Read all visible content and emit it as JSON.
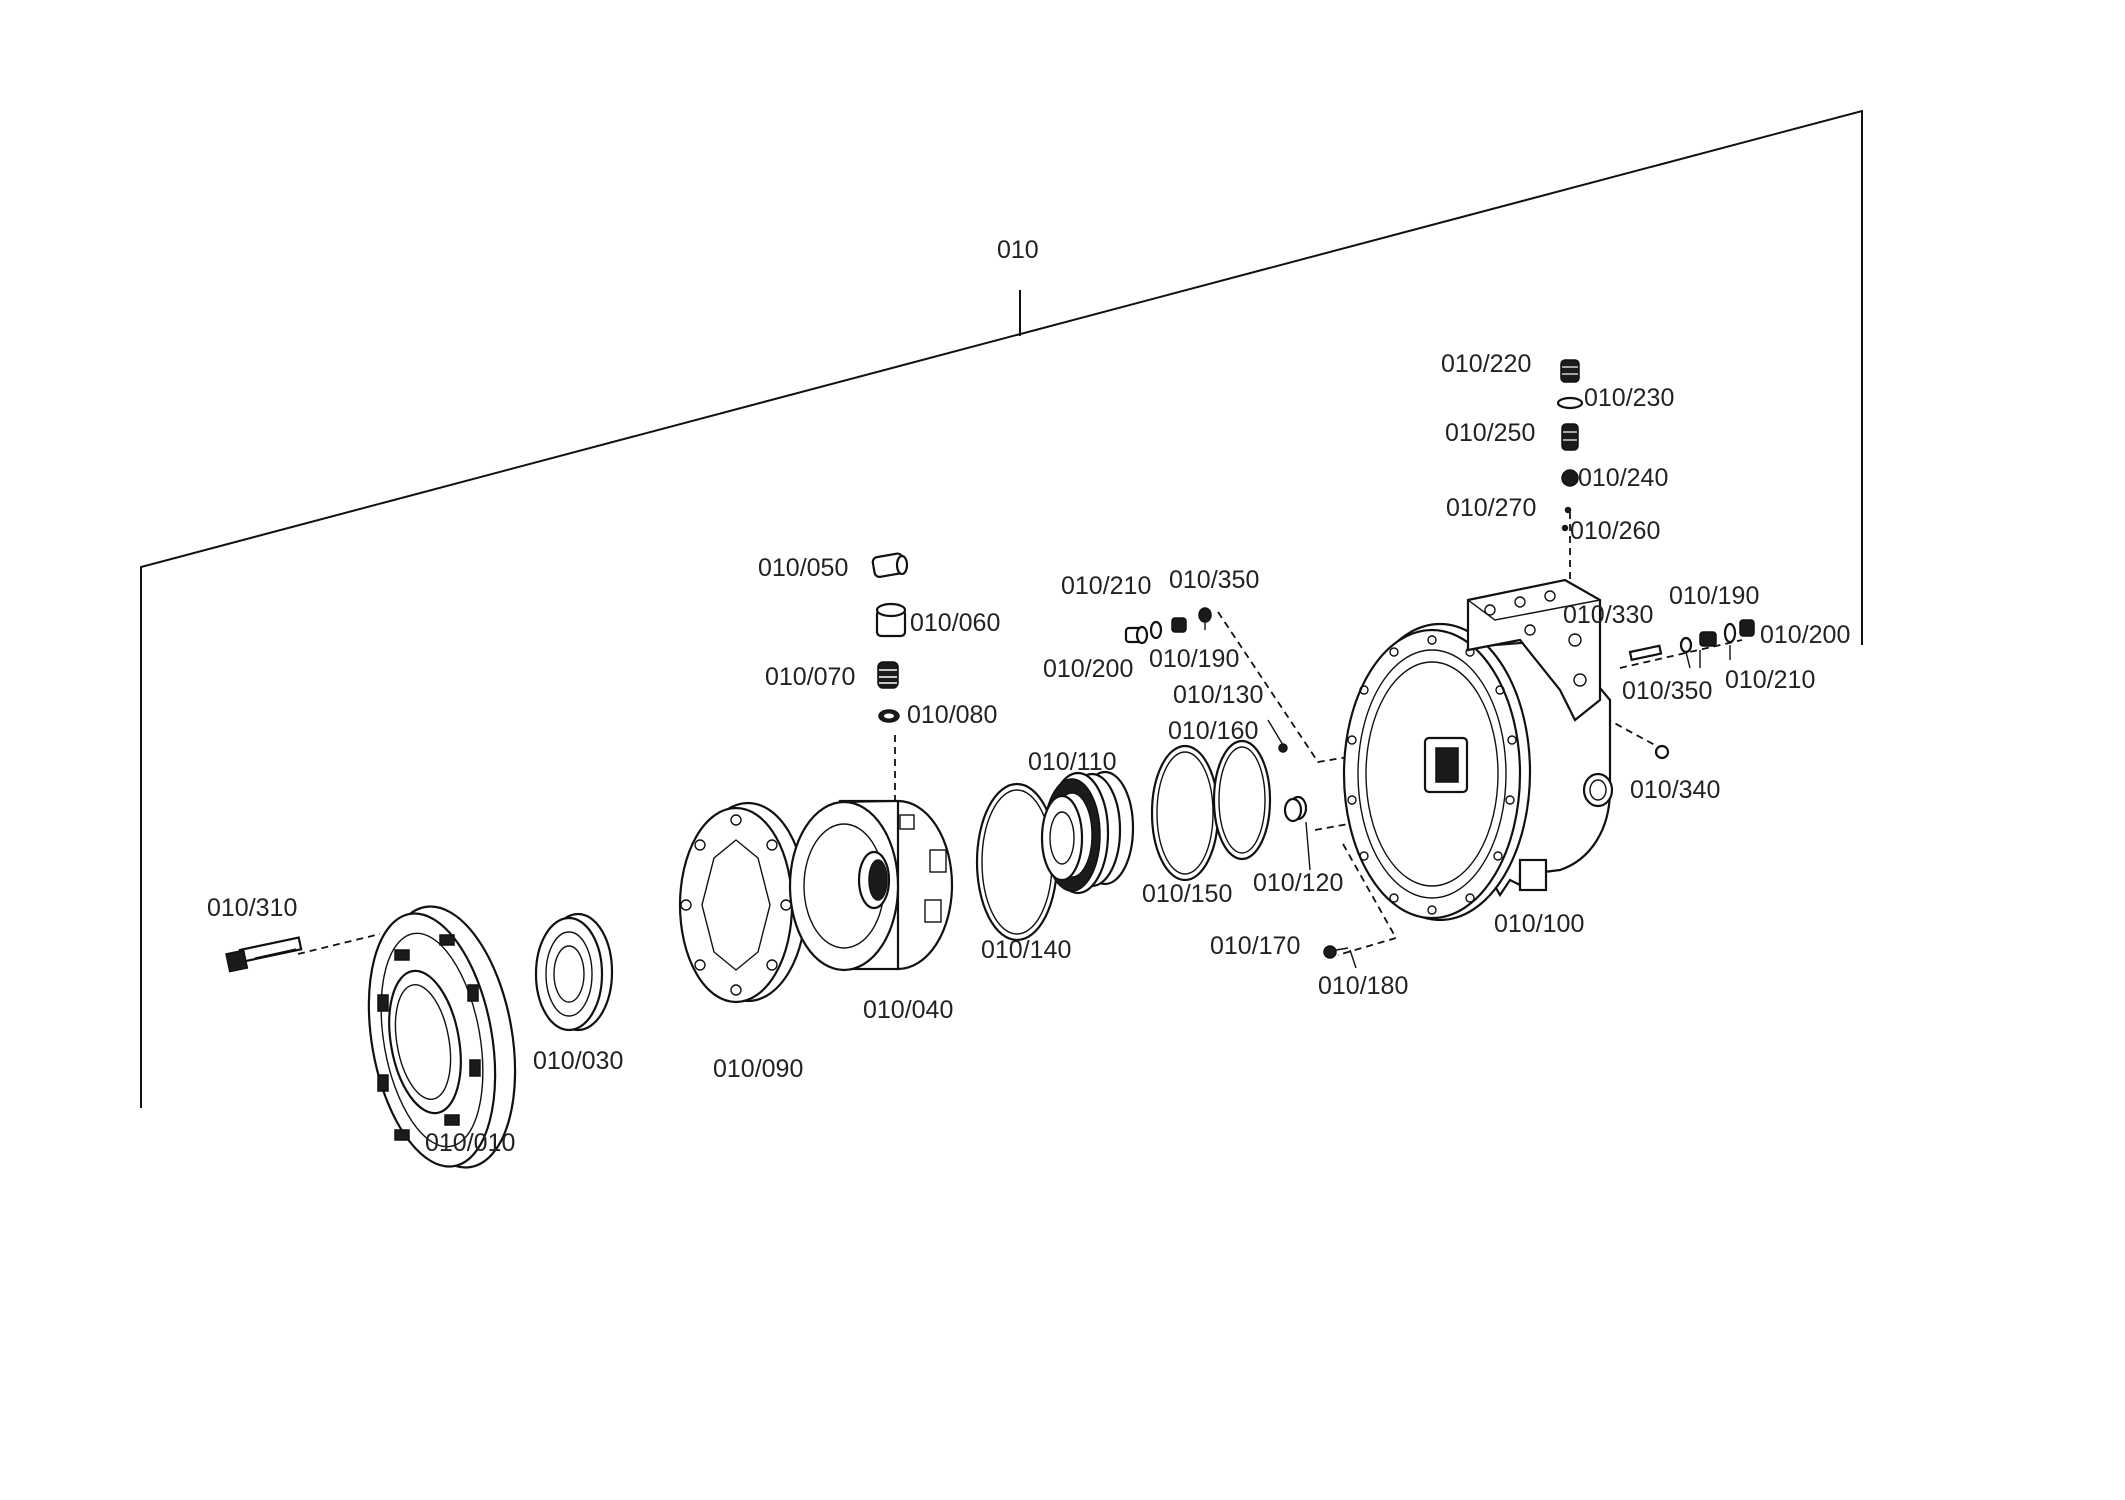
{
  "diagram": {
    "assembly_label": "010",
    "part_labels": {
      "p010": "010/010",
      "p030": "010/030",
      "p040": "010/040",
      "p050": "010/050",
      "p060": "010/060",
      "p070": "010/070",
      "p080": "010/080",
      "p090": "010/090",
      "p100": "010/100",
      "p110": "010/110",
      "p120": "010/120",
      "p130": "010/130",
      "p140": "010/140",
      "p150": "010/150",
      "p160": "010/160",
      "p170": "010/170",
      "p180": "010/180",
      "p190a": "010/190",
      "p190b": "010/190",
      "p200a": "010/200",
      "p200b": "010/200",
      "p210a": "010/210",
      "p210b": "010/210",
      "p220": "010/220",
      "p230": "010/230",
      "p240": "010/240",
      "p250": "010/250",
      "p260": "010/260",
      "p270": "010/270",
      "p310": "010/310",
      "p330": "010/330",
      "p340": "010/340",
      "p350a": "010/350",
      "p350b": "010/350"
    }
  }
}
